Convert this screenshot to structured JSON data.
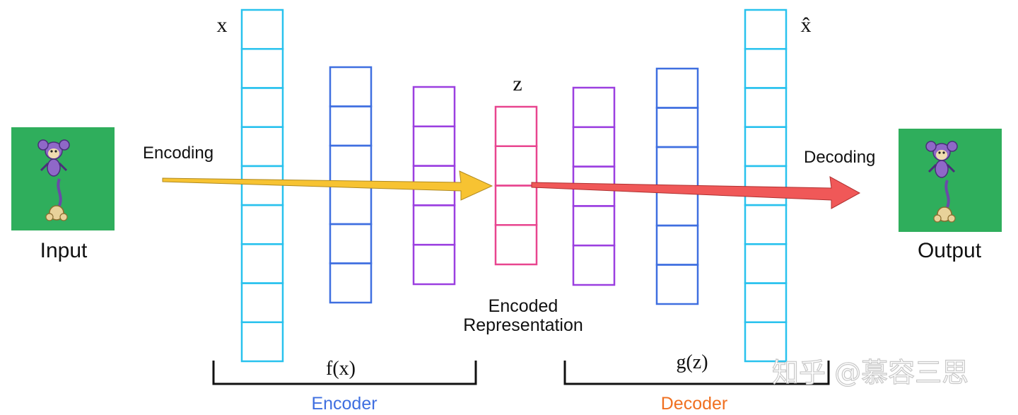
{
  "labels": {
    "input": "Input",
    "output": "Output",
    "encoding": "Encoding",
    "decoding": "Decoding",
    "x": "x",
    "x_hat": "x̂",
    "z": "z",
    "encoded_line1": "Encoded",
    "encoded_line2": "Representation",
    "fx": "f(x)",
    "gz": "g(z)",
    "encoder": "Encoder",
    "decoder": "Decoder",
    "watermark": "知乎 @慕容三思"
  },
  "colors": {
    "input_layer": "#29c2ee",
    "hidden1": "#3f6fe0",
    "hidden2": "#9b3fe0",
    "code": "#e8458f",
    "encoding_arrow": "#f7c332",
    "decoding_arrow": "#f05858",
    "image_bg": "#2fae5c",
    "encoder_text": "#3f6fe0",
    "decoder_text": "#f07020",
    "monkey_purple": "#8f68c8",
    "monkey_tan": "#e8d29a"
  },
  "layers": [
    {
      "name": "x",
      "cells": 9,
      "color_key": "input_layer"
    },
    {
      "name": "encoder-hidden-1",
      "cells": 6,
      "color_key": "hidden1"
    },
    {
      "name": "encoder-hidden-2",
      "cells": 5,
      "color_key": "hidden2"
    },
    {
      "name": "z",
      "cells": 4,
      "color_key": "code"
    },
    {
      "name": "decoder-hidden-1",
      "cells": 5,
      "color_key": "hidden2"
    },
    {
      "name": "decoder-hidden-2",
      "cells": 6,
      "color_key": "hidden1"
    },
    {
      "name": "x-hat",
      "cells": 9,
      "color_key": "input_layer"
    }
  ],
  "icons": {
    "input_image": "monkey-sprite-icon",
    "output_image": "monkey-sprite-icon"
  }
}
